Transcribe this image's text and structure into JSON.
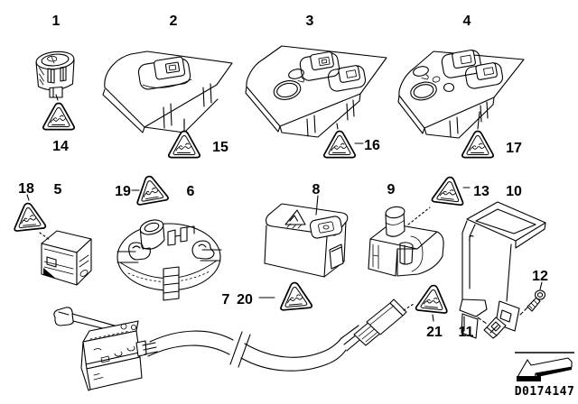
{
  "diagram": {
    "doc_id": "D0174147",
    "colors": {
      "background": "#ffffff",
      "line": "#000000"
    },
    "icons": {
      "warning_triangle": "rounded double-outline triangle with scribble glyph",
      "footer_arrow": "3d outlined arrow pointing down-left with black shadow"
    },
    "labels": {
      "n1": "1",
      "n2": "2",
      "n3": "3",
      "n4": "4",
      "n5": "5",
      "n6": "6",
      "n7": "7",
      "n8": "8",
      "n9": "9",
      "n10": "10",
      "n11": "11",
      "n12": "12",
      "n13": "13",
      "n14": "14",
      "n15": "15",
      "n16": "16",
      "n17": "17",
      "n18": "18",
      "n19": "19",
      "n20": "20",
      "n21": "21"
    }
  }
}
